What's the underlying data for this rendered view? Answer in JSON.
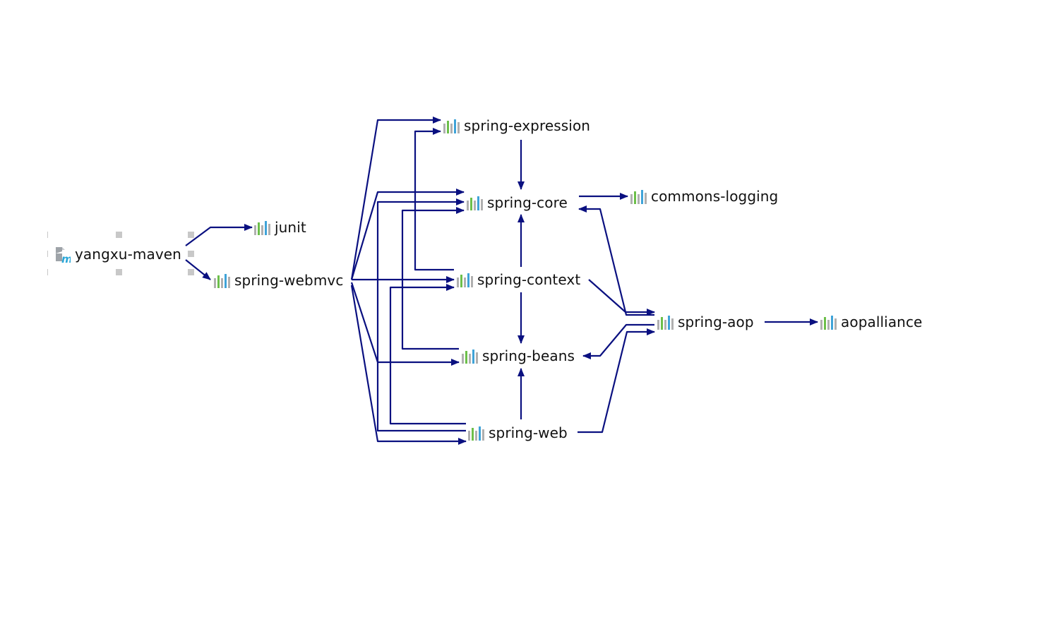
{
  "colors": {
    "edge": "#0a1080",
    "icon_bar_gray": "#b0b0b0",
    "icon_bar_green": "#6cbf4a",
    "icon_bar_blue": "#3fa3d8",
    "module_icon_gray": "#9ea3a8",
    "module_icon_letter": "#2aa7d8",
    "selection_handle": "#c8c8c8"
  },
  "root": {
    "label": "yangxu-maven",
    "icon": "maven-module-icon",
    "module_letter": "m",
    "selected": true
  },
  "nodes": {
    "junit": {
      "label": "junit",
      "icon": "library-icon"
    },
    "spring_webmvc": {
      "label": "spring-webmvc",
      "icon": "library-icon"
    },
    "spring_expression": {
      "label": "spring-expression",
      "icon": "library-icon"
    },
    "spring_core": {
      "label": "spring-core",
      "icon": "library-icon"
    },
    "commons_logging": {
      "label": "commons-logging",
      "icon": "library-icon"
    },
    "spring_context": {
      "label": "spring-context",
      "icon": "library-icon"
    },
    "spring_aop": {
      "label": "spring-aop",
      "icon": "library-icon"
    },
    "aopalliance": {
      "label": "aopalliance",
      "icon": "library-icon"
    },
    "spring_beans": {
      "label": "spring-beans",
      "icon": "library-icon"
    },
    "spring_web": {
      "label": "spring-web",
      "icon": "library-icon"
    }
  },
  "edges": [
    [
      "yangxu-maven",
      "junit"
    ],
    [
      "yangxu-maven",
      "spring-webmvc"
    ],
    [
      "spring-webmvc",
      "spring-expression"
    ],
    [
      "spring-webmvc",
      "spring-core"
    ],
    [
      "spring-webmvc",
      "spring-context"
    ],
    [
      "spring-webmvc",
      "spring-beans"
    ],
    [
      "spring-webmvc",
      "spring-web"
    ],
    [
      "spring-expression",
      "spring-core"
    ],
    [
      "spring-core",
      "commons-logging"
    ],
    [
      "spring-context",
      "spring-expression"
    ],
    [
      "spring-context",
      "spring-core"
    ],
    [
      "spring-context",
      "spring-beans"
    ],
    [
      "spring-context",
      "spring-aop"
    ],
    [
      "spring-beans",
      "spring-core"
    ],
    [
      "spring-web",
      "spring-beans"
    ],
    [
      "spring-web",
      "spring-core"
    ],
    [
      "spring-web",
      "spring-context"
    ],
    [
      "spring-web",
      "spring-aop"
    ],
    [
      "spring-aop",
      "spring-core"
    ],
    [
      "spring-aop",
      "spring-beans"
    ],
    [
      "spring-aop",
      "aopalliance"
    ]
  ]
}
